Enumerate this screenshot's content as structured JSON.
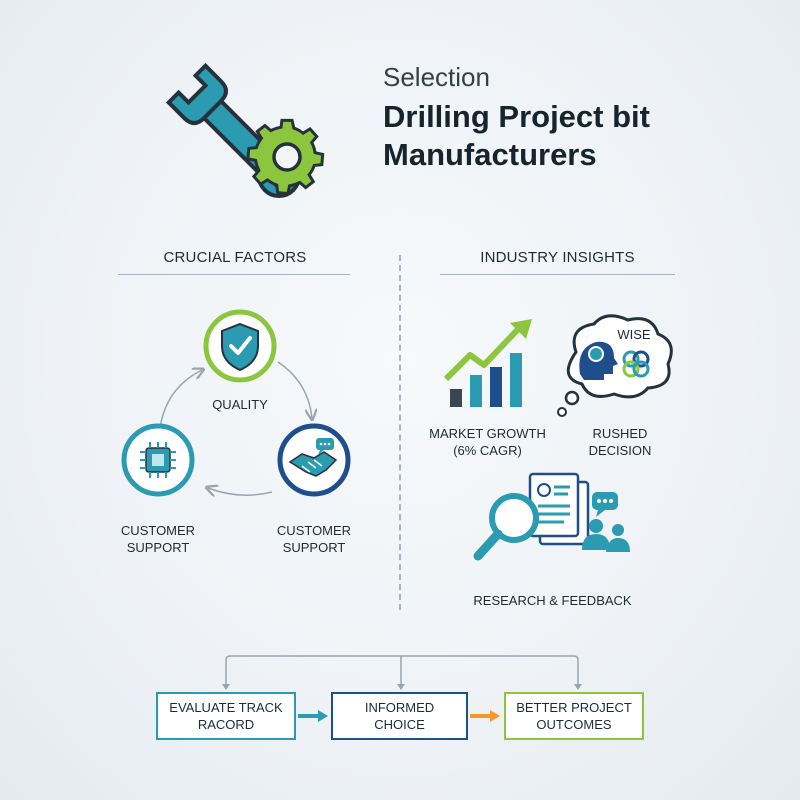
{
  "header": {
    "subtitle": "Selection",
    "title_line1": "Drilling Project bit",
    "title_line2": "Manufacturers"
  },
  "left_section": {
    "heading": "CRUCIAL FACTORS",
    "factors": [
      {
        "label": "QUALITY",
        "icon": "shield-check-icon"
      },
      {
        "label_line1": "CUSTOMER",
        "label_line2": "SUPPORT",
        "icon": "chip-icon"
      },
      {
        "label_line1": "CUSTOMER",
        "label_line2": "SUPPORT",
        "icon": "handshake-icon"
      }
    ]
  },
  "right_section": {
    "heading": "INDUSTRY INSIGHTS",
    "market_growth": {
      "line1": "MARKET GROWTH",
      "line2": "(6% CAGR)",
      "icon": "bar-chart-growth-icon"
    },
    "decision": {
      "bubble_text": "WISE",
      "line1": "RUSHED",
      "line2": "DECISION",
      "icon": "thought-bubble-icon"
    },
    "research": {
      "label": "RESEARCH & FEEDBACK",
      "icon": "magnifier-document-icon"
    }
  },
  "flow": {
    "steps": [
      {
        "line1": "EVALUATE TRACK",
        "line2": "RACORD"
      },
      {
        "line1": "INFORMED",
        "line2": "CHOICE"
      },
      {
        "line1": "BETTER PROJECT",
        "line2": "OUTCOMES"
      }
    ]
  },
  "colors": {
    "teal": "#2a9bb0",
    "green": "#8cc63f",
    "navy": "#1e4f8c",
    "orange": "#f39a2b",
    "dark": "#3a4650"
  }
}
